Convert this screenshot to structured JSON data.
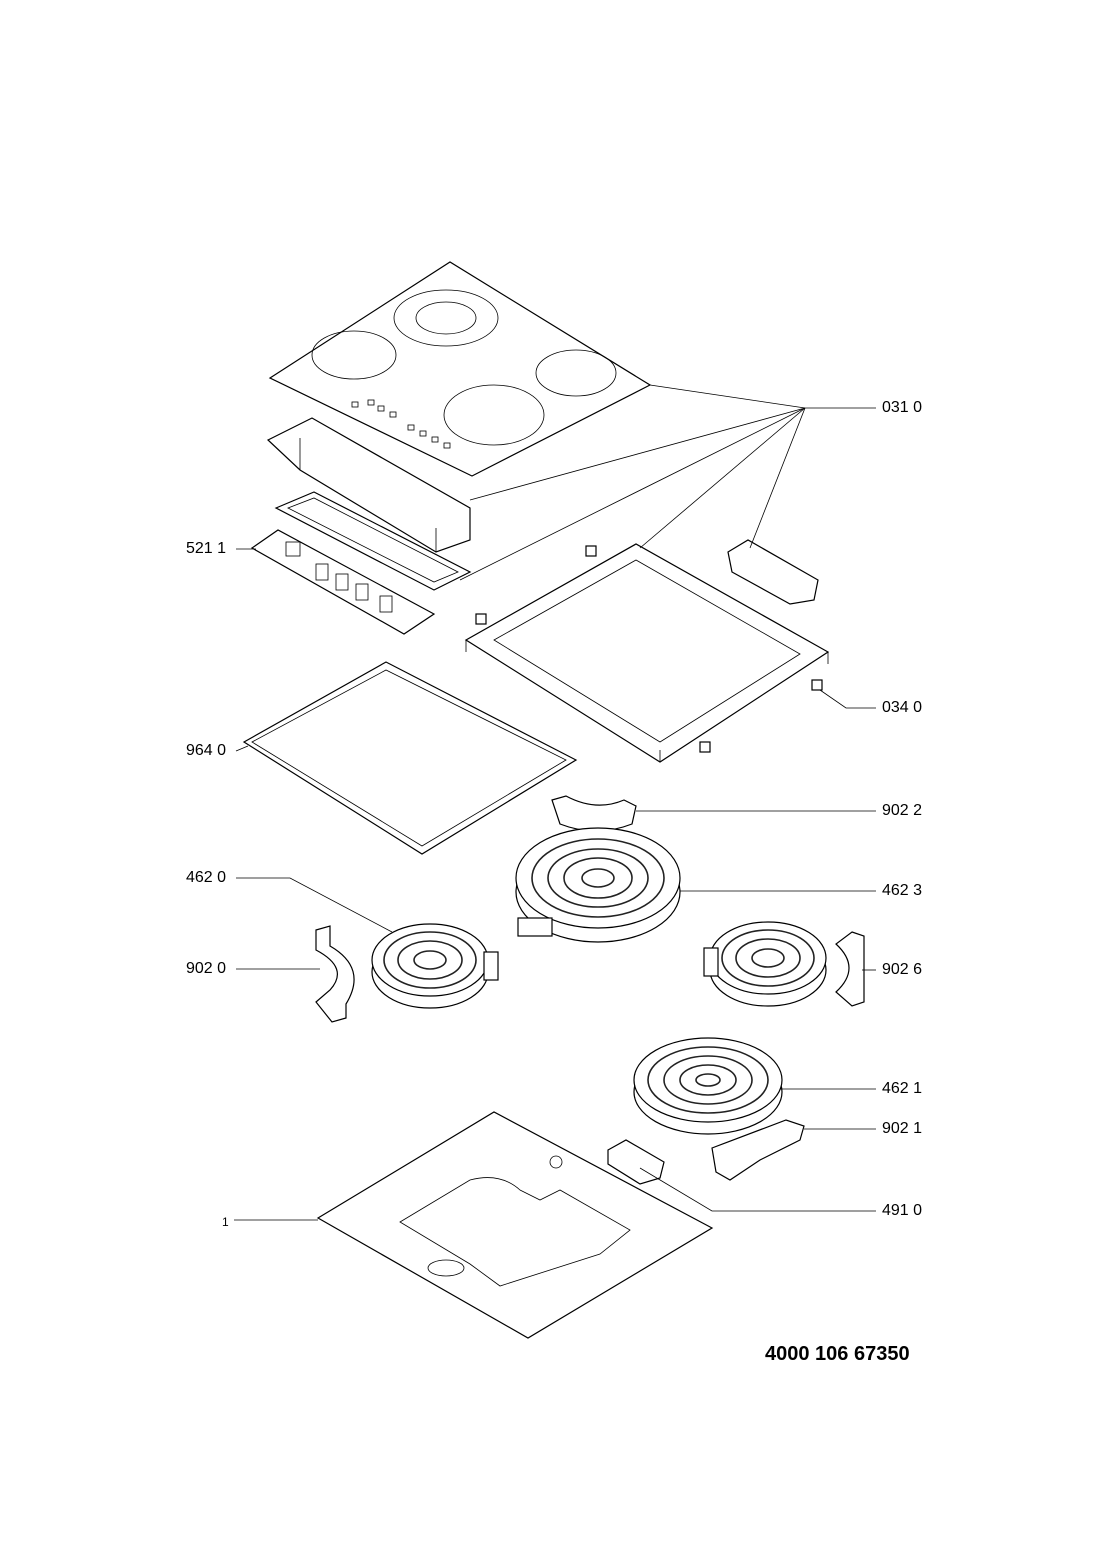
{
  "callouts": [
    {
      "label": "031 0"
    },
    {
      "label": "521 1"
    },
    {
      "label": "034 0"
    },
    {
      "label": "964 0"
    },
    {
      "label": "902 2"
    },
    {
      "label": "462 0"
    },
    {
      "label": "462 3"
    },
    {
      "label": "902 0"
    },
    {
      "label": "902 6"
    },
    {
      "label": "462 1"
    },
    {
      "label": "902 1"
    },
    {
      "label": "491 0"
    },
    {
      "label": "1"
    }
  ],
  "document_number": "4000 106 67350",
  "colors": {
    "line": "#000000",
    "background": "#ffffff"
  }
}
